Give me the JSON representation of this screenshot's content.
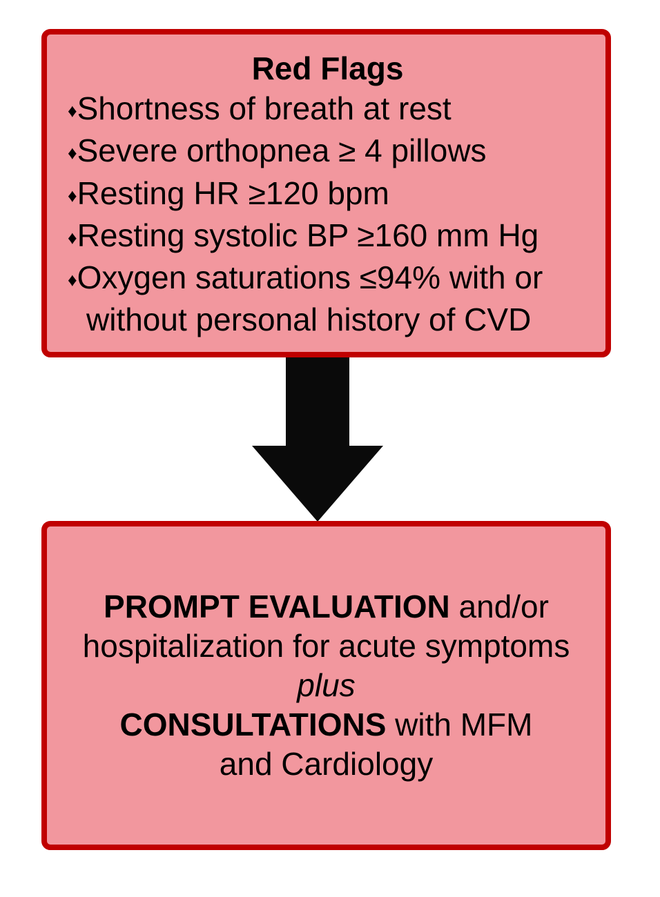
{
  "colors": {
    "background": "#FFFFFF",
    "box_fill": "#F2979E",
    "box_border": "#C00000",
    "arrow": "#0A0A0A",
    "text": "#000000"
  },
  "top_box": {
    "title": "Red Flags",
    "bullet_char": "♦",
    "bullets": [
      "Shortness of breath at rest",
      "Severe orthopnea ≥ 4 pillows",
      "Resting HR ≥120 bpm",
      "Resting systolic BP ≥160 mm Hg",
      "Oxygen saturations ≤94% with or without personal history of CVD"
    ]
  },
  "arrow": {
    "direction": "down"
  },
  "bottom_box": {
    "line1_bold": "PROMPT EVALUATION",
    "line1_regular": " and/or",
    "line2": "hospitalization for acute symptoms",
    "line3_italic": "plus",
    "line4_bold": "CONSULTATIONS",
    "line4_regular": " with MFM",
    "line5": "and Cardiology"
  }
}
